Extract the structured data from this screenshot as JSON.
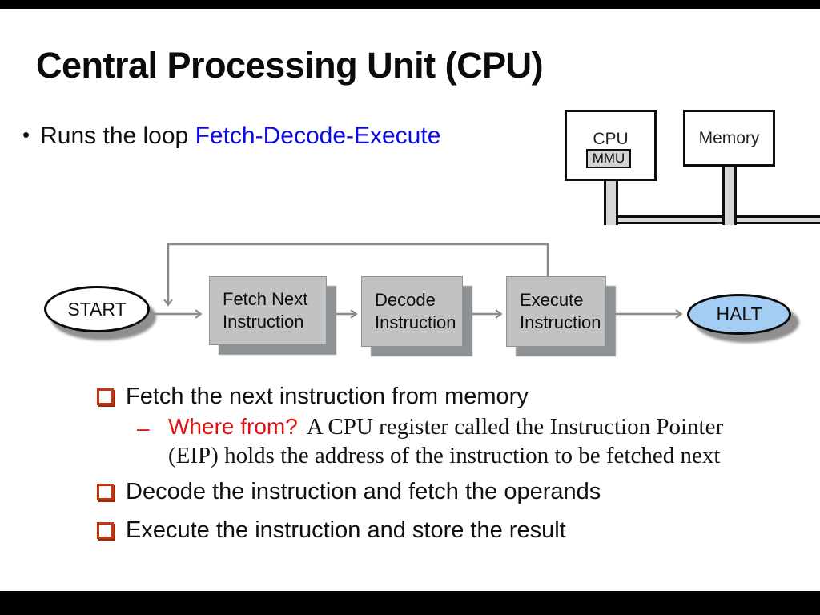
{
  "title": "Central Processing Unit (CPU)",
  "intro_bullet": {
    "marker": "•",
    "text_black": "Runs the loop ",
    "text_blue": "Fetch-Decode-Execute"
  },
  "hardware_diagram": {
    "cpu_label": "CPU",
    "mmu_label": "MMU",
    "memory_label": "Memory"
  },
  "flow_diagram": {
    "start_label": "START",
    "steps": [
      {
        "line1": "Fetch Next",
        "line2": "Instruction"
      },
      {
        "line1": "Decode",
        "line2": "Instruction"
      },
      {
        "line1": "Execute",
        "line2": "Instruction"
      }
    ],
    "halt_label": "HALT"
  },
  "checklist": [
    "Fetch the next instruction from memory",
    "Decode the instruction and fetch the operands",
    "Execute the instruction and store the result"
  ],
  "sub_bullet": {
    "dash": "–",
    "question": "Where from?",
    "answer_line1": "A CPU register called the Instruction Pointer",
    "answer_line2": "(EIP) holds the address of the instruction to be fetched next"
  },
  "colors": {
    "link_blue": "#0a0ae8",
    "question_red": "#e31212",
    "bullet_square_red": "#c63510",
    "halt_fill_blue": "#a3cdf3",
    "flow_box_gray": "#c0c2c4",
    "flow_line_gray": "#8a8a8a",
    "bus_fill_gray": "#d6d6d6",
    "letterbox_black": "#000000"
  }
}
